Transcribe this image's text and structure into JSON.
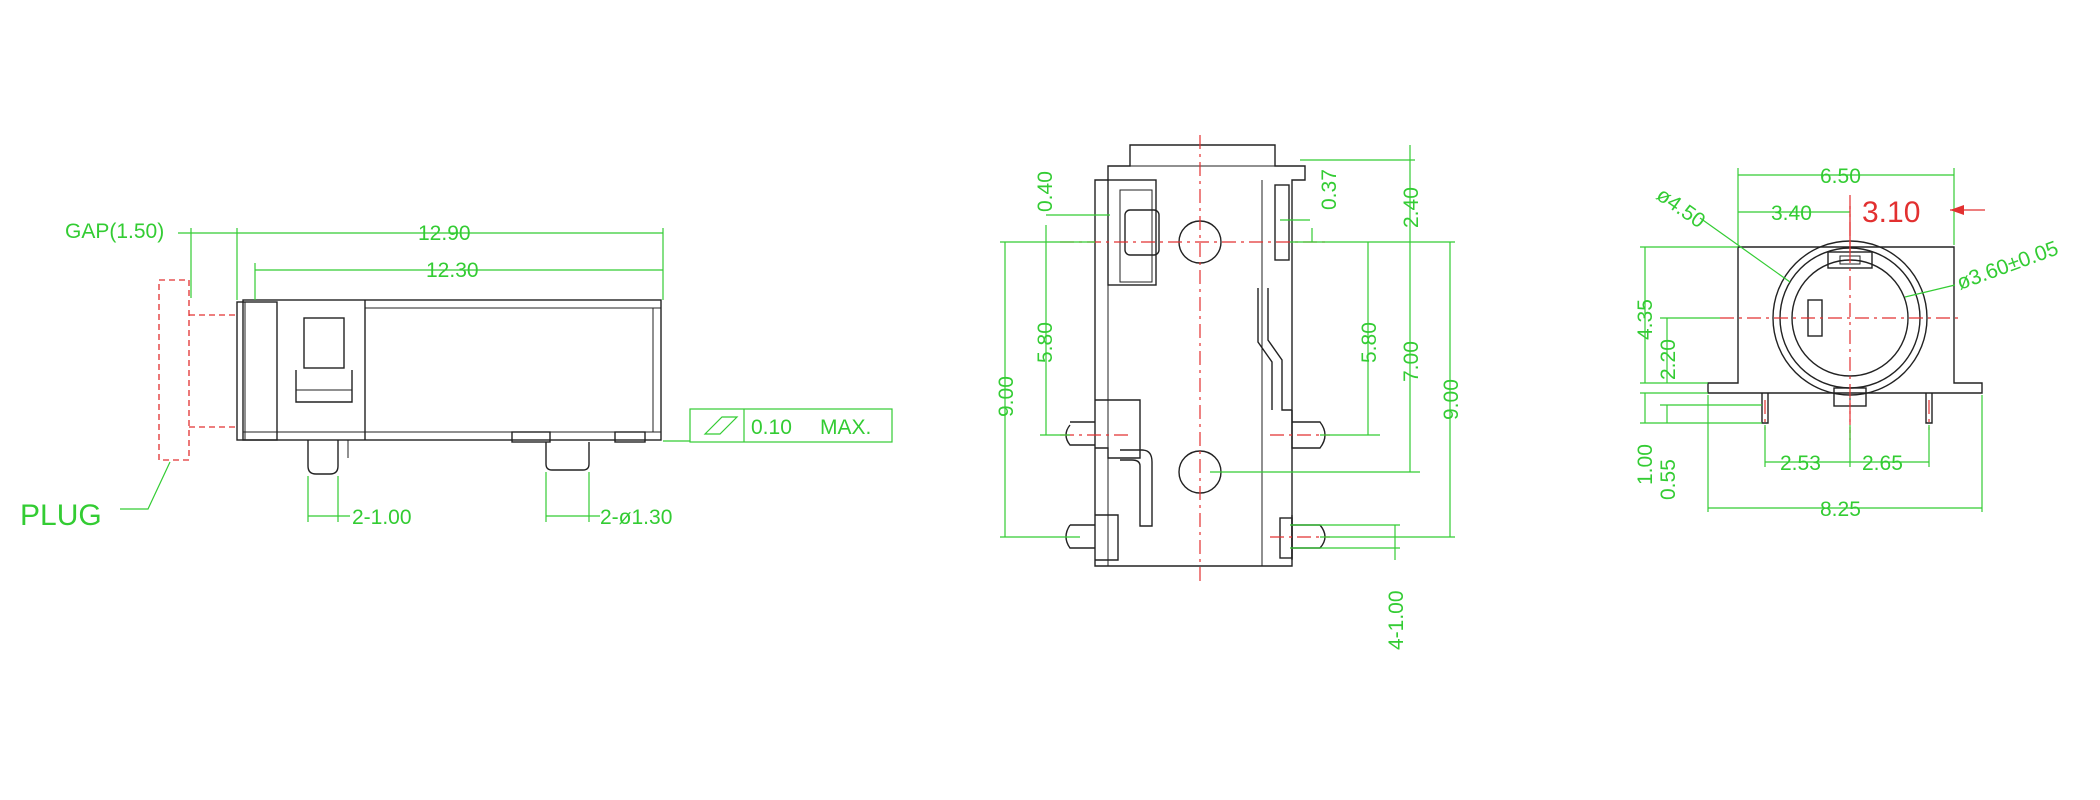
{
  "colors": {
    "dimension": "#33cc33",
    "centerline": "#e23030",
    "outline": "#222222",
    "background": "#ffffff"
  },
  "side_view": {
    "gap": "GAP(1.50)",
    "overall_length": "12.90",
    "body_length": "12.30",
    "plug_label": "PLUG",
    "tab_width": "2-1.00",
    "post_diameter": "2-ø1.30",
    "flatness_value": "0.10",
    "flatness_suffix": "MAX."
  },
  "top_view": {
    "dim_040": "0.40",
    "dim_037": "0.37",
    "dim_240": "2.40",
    "dim_580_left": "5.80",
    "dim_580_right": "5.80",
    "dim_700": "7.00",
    "dim_900_left": "9.00",
    "dim_900_right": "9.00",
    "pin_width": "4-1.00"
  },
  "front_view": {
    "width_650": "6.50",
    "offset_340": "3.40",
    "highlight_310": "3.10",
    "outer_diameter": "ø4.50",
    "bore_diameter": "ø3.60±0.05",
    "height_435": "4.35",
    "height_220": "2.20",
    "height_100": "1.00",
    "height_055": "0.55",
    "pitch_253": "2.53",
    "pitch_265": "2.65",
    "footprint_825": "8.25"
  }
}
